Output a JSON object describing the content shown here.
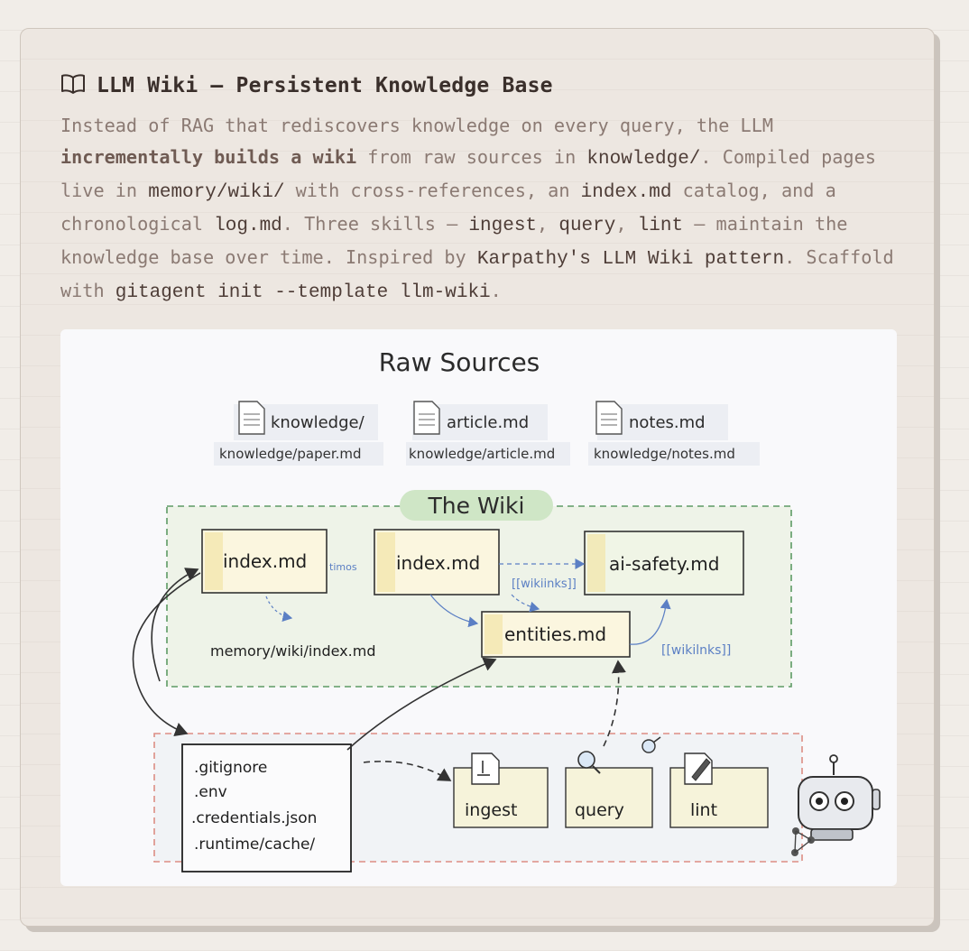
{
  "card": {
    "title": "LLM Wiki — Persistent Knowledge Base",
    "description": {
      "t1": "Instead of RAG that rediscovers knowledge on every query, the LLM ",
      "b1": "incrementally builds a wiki",
      "t2": " from raw sources in ",
      "c1": "knowledge/",
      "t3": ". Compiled pages live in ",
      "c2": "memory/wiki/",
      "t4": " with cross-references, an ",
      "c3": "index.md",
      "t5": " catalog, and a chronological ",
      "c4": "log.md",
      "t6": ". Three skills — ",
      "c5": "ingest",
      "t7": ", ",
      "c6": "query",
      "t8": ", ",
      "c7": "lint",
      "t9": " — maintain the knowledge base over time. Inspired by ",
      "c8": "Karpathy's LLM Wiki pattern",
      "t10": ". Scaffold with ",
      "c9": "gitagent init --template llm-wiki",
      "t11": "."
    }
  },
  "diagram": {
    "raw_title": "Raw Sources",
    "sources": [
      {
        "name": "knowledge/",
        "path": "knowledge/paper.md"
      },
      {
        "name": "article.md",
        "path": "knowledge/article.md"
      },
      {
        "name": "notes.md",
        "path": "knowledge/notes.md"
      }
    ],
    "wiki_title": "The Wiki",
    "pages": {
      "index_a": "index.md",
      "index_b": "index.md",
      "ai_safety": "ai-safety.md",
      "entities": "entities.md"
    },
    "labels": {
      "timos": "timos",
      "wikilinks_a": "[[wikiinks]]",
      "wikilinks_b": "[[wikilnks]]",
      "memory_path": "memory/wiki/index.md"
    },
    "files": [
      ".gitignore",
      ".env",
      ".credentials.json",
      ".runtime/cache/"
    ],
    "skills": {
      "ingest": "ingest",
      "query": "query",
      "lint": "lint"
    }
  },
  "colors": {
    "accent_green": "#bfe0b8",
    "wiki_dash": "#5d9a64",
    "files_dash": "#dd8e84",
    "link_blue": "#5b7fc4"
  }
}
